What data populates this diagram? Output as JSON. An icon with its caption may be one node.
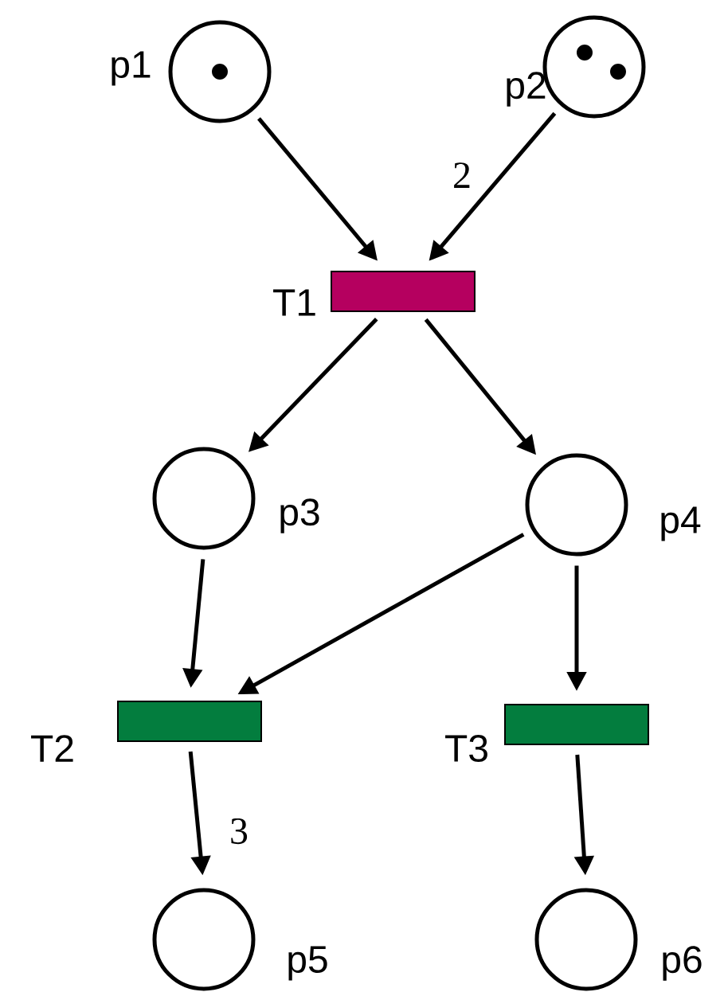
{
  "diagram": {
    "nodes": [
      {
        "text": [],
        "shape": "circle",
        "beside": [
          "p1"
        ]
      },
      {
        "text": [],
        "shape": "circle",
        "beside": [
          "p2"
        ]
      },
      {
        "text": [],
        "shape": "bar",
        "beside": [
          "T1"
        ]
      },
      {
        "text": [],
        "shape": "circle",
        "beside": [
          "p3"
        ]
      },
      {
        "text": [],
        "shape": "circle",
        "beside": [
          "p4"
        ]
      },
      {
        "text": [],
        "shape": "bar",
        "beside": [
          "T2"
        ]
      },
      {
        "text": [],
        "shape": "bar",
        "beside": [
          "T3"
        ]
      },
      {
        "text": [],
        "shape": "circle",
        "beside": [
          "p5"
        ]
      },
      {
        "text": [],
        "shape": "circle",
        "beside": [
          "p6"
        ]
      }
    ],
    "edges": [
      {
        "from": 0,
        "to": 2,
        "arrow": "to"
      },
      {
        "from": 1,
        "to": 2,
        "arrow": "to",
        "label": "2"
      },
      {
        "from": 2,
        "to": 3,
        "arrow": "to"
      },
      {
        "from": 2,
        "to": 4,
        "arrow": "to"
      },
      {
        "from": 3,
        "to": 5,
        "arrow": "to"
      },
      {
        "from": 4,
        "to": 5,
        "arrow": "to"
      },
      {
        "from": 4,
        "to": 6,
        "arrow": "to"
      },
      {
        "from": 5,
        "to": 7,
        "arrow": "to",
        "label": "3"
      },
      {
        "from": 6,
        "to": 8,
        "arrow": "to"
      }
    ]
  }
}
